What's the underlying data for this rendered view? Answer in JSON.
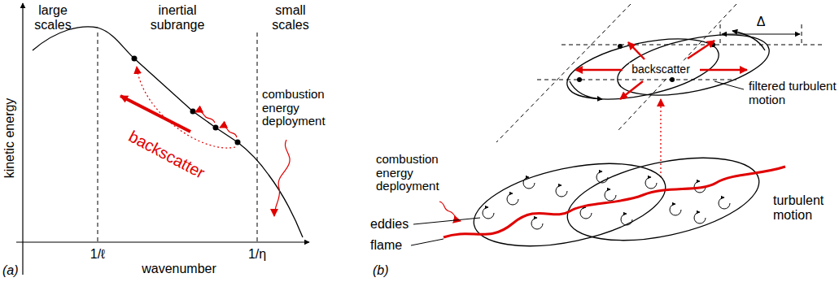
{
  "diagram": {
    "labels": [
      "large scales",
      "inertial subrange",
      "small scales",
      "kinetic energy",
      "backscatter",
      "combustion energy deployment",
      "1/ℓ",
      "1/η",
      "wavenumber",
      "(a)",
      "Δ",
      "backscatter",
      "filtered turbulent motion",
      "combustion energy deployment",
      "eddies",
      "flame",
      "turbulent motion",
      "(b)"
    ]
  }
}
